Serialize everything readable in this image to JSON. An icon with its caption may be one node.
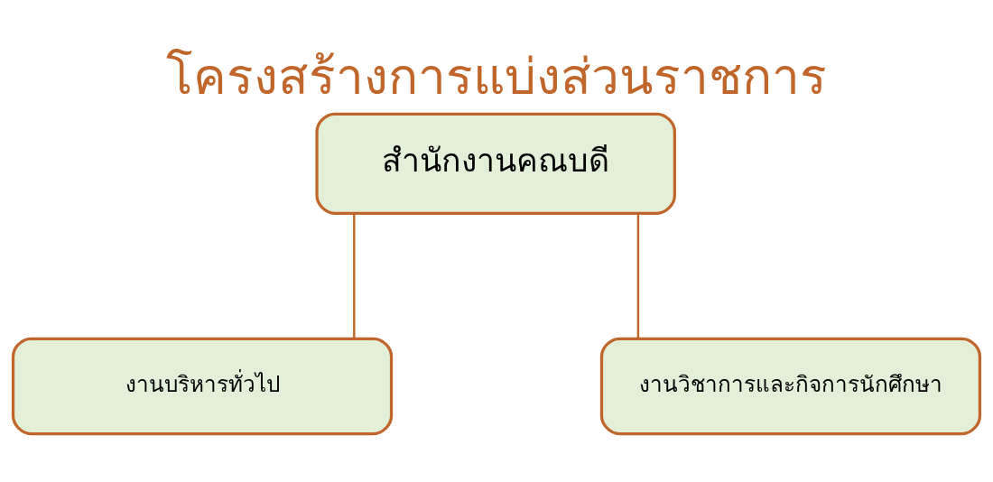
{
  "diagram": {
    "title": "โครงสร้างการแบ่งส่วนราชการ",
    "nodes": [
      {
        "text": [
          "สำนักงานคณบดี"
        ]
      },
      {
        "text": [
          "งานบริหารทั่วไป"
        ]
      },
      {
        "text": [
          "งานวิชาการและกิจการนักศึกษา"
        ]
      }
    ],
    "edges": [
      {
        "from": 0,
        "to": 1,
        "arrow": "none"
      },
      {
        "from": 0,
        "to": 2,
        "arrow": "none"
      }
    ]
  }
}
